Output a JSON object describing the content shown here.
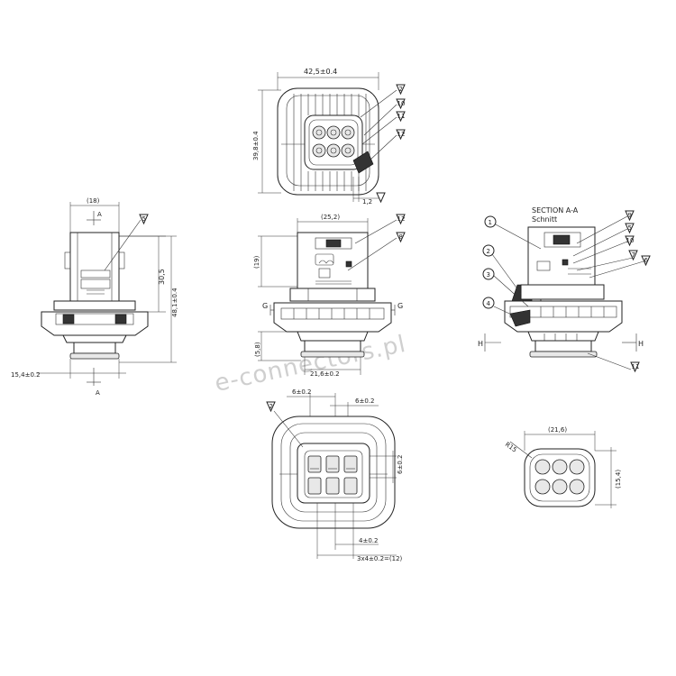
{
  "watermark": "e-connectors.pl",
  "top_view": {
    "width_dim": "42,5±0.4",
    "height_dim": "39,8±0.4",
    "small_dim": "1,2",
    "callouts": [
      "2",
      "10",
      "11",
      "12"
    ]
  },
  "left_view": {
    "width_dim": "(18)",
    "section_marker_top": "A",
    "section_marker_bottom": "A",
    "dim_30": "30,5",
    "dim_48": "48,1±0.4",
    "dim_15": "15,4±0.2",
    "callout": "5"
  },
  "front_view": {
    "width_dim": "(25,2)",
    "height_dim": "(19)",
    "small_height_dim": "(5,8)",
    "bottom_dim": "21,6±0.2",
    "section_left": "G",
    "section_right": "G",
    "callouts": [
      "12",
      "8"
    ]
  },
  "section_view": {
    "title": "SECTION A-A",
    "subtitle": "Schnitt",
    "section_left": "H",
    "section_right": "H",
    "callouts_left": [
      "1",
      "2",
      "3",
      "4"
    ],
    "callouts_right": [
      "9",
      "5",
      "10",
      "7",
      "6",
      "11"
    ]
  },
  "bottom_view": {
    "dim_top_left": "6±0.2",
    "dim_top_right": "6±0.2",
    "dim_right": "6±0.2",
    "dim_bottom": "4±0.2",
    "dim_bottom_total": "3x4±0.2=(12)",
    "callout": "2"
  },
  "small_view": {
    "width_dim": "(21,6)",
    "height_dim": "(15,4)",
    "radius": "R15"
  }
}
